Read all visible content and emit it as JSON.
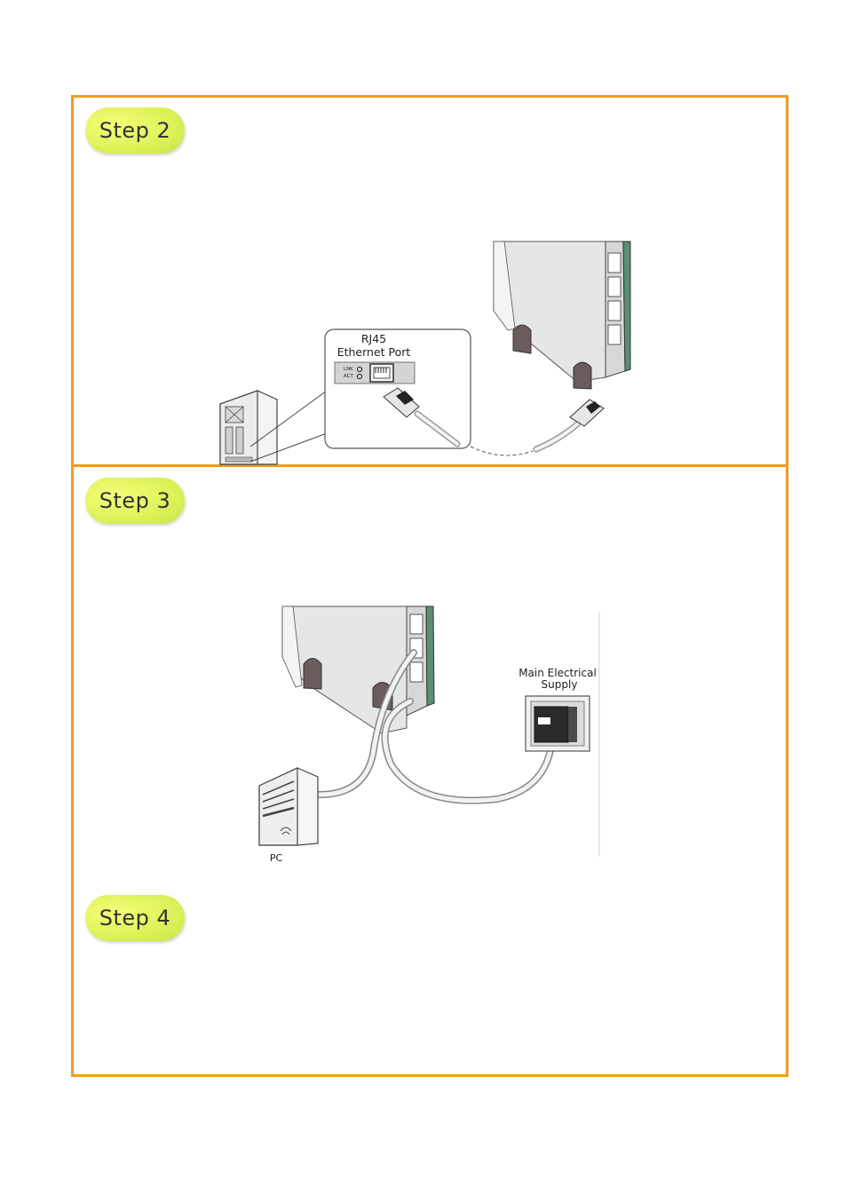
{
  "steps": [
    {
      "label": "Step 2"
    },
    {
      "label": "Step 3"
    },
    {
      "label": "Step 4"
    }
  ],
  "step2": {
    "port_title_line1": "RJ45",
    "port_title_line2": "Ethernet Port",
    "led_lnk": "LNK",
    "led_act": "ACT"
  },
  "step3": {
    "supply_line1": "Main Electrical",
    "supply_line2": "Supply",
    "pc_label": "PC"
  },
  "colors": {
    "accent_border": "#f39c19",
    "step_pill": "#e4f45e"
  }
}
